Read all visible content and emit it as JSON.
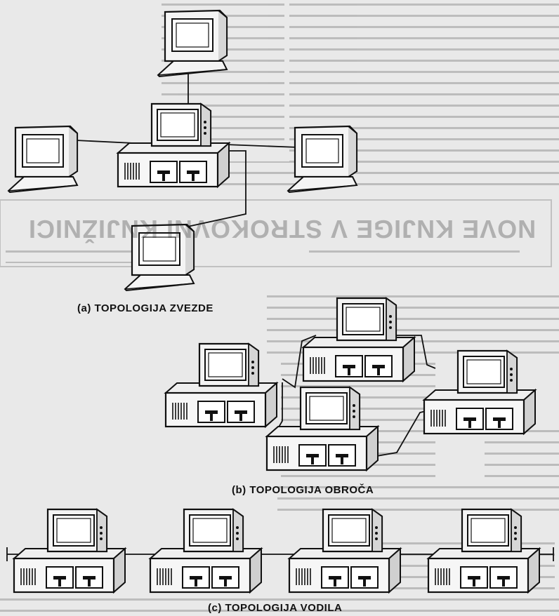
{
  "colors": {
    "paper": "#e9e9e9",
    "ink": "#111111",
    "faded_text": "#9a9a9a"
  },
  "captions": {
    "star": "(a)  TOPOLOGIJA ZVEZDE",
    "ring": "(b)  TOPOLOGIJA OBROČA",
    "bus": "(c)  TOPOLOGIJA VODILA"
  },
  "background_heading": "NOVE KNJIGE V STROKOVNI KNJIŽNICI",
  "icons": {
    "terminal": "terminal-icon",
    "workstation": "workstation-icon"
  }
}
